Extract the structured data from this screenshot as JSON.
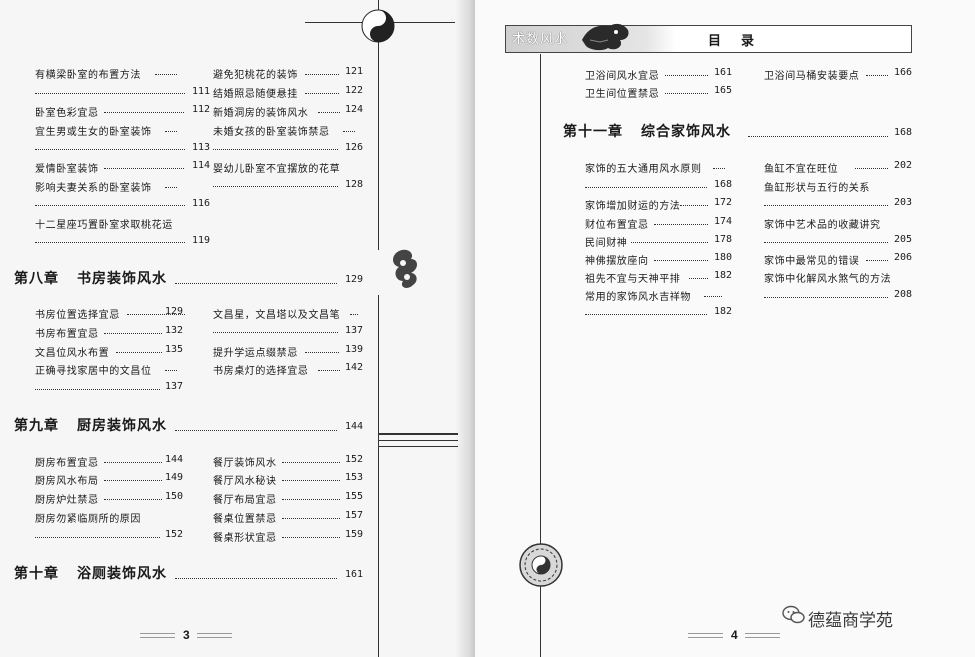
{
  "left_page": {
    "page_number": "3",
    "sections": [
      {
        "chapter": null,
        "col1": [
          {
            "title": "有横梁卧室的布置方法",
            "page": "111"
          },
          {
            "title": "卧室色彩宜忌",
            "page": "112"
          },
          {
            "title": "宜生男或生女的卧室装饰",
            "page": "113"
          },
          {
            "title": "爱情卧室装饰",
            "page": "114"
          },
          {
            "title": "影响夫妻关系的卧室装饰",
            "page": "116"
          },
          {
            "title": "十二星座巧置卧室求取桃花运",
            "page": "119"
          }
        ],
        "col2": [
          {
            "title": "避免犯桃花的装饰",
            "page": "121"
          },
          {
            "title": "结婚照忌随便悬挂",
            "page": "122"
          },
          {
            "title": "新婚洞房的装饰风水",
            "page": "124"
          },
          {
            "title": "未婚女孩的卧室装饰禁忌",
            "page": "126"
          },
          {
            "title": "婴幼儿卧室不宜摆放的花草",
            "page": "128"
          }
        ]
      },
      {
        "chapter": {
          "number": "第八章",
          "title": "书房装饰风水",
          "page": "129"
        },
        "col1": [
          {
            "title": "书房位置选择宜忌",
            "page": "129"
          },
          {
            "title": "书房布置宜忌",
            "page": "132"
          },
          {
            "title": "文昌位风水布置",
            "page": "135"
          },
          {
            "title": "正确寻找家居中的文昌位",
            "page": "137"
          }
        ],
        "col2": [
          {
            "title": "文昌星，文昌塔以及文昌笔",
            "page": "137"
          },
          {
            "title": "提升学运点缀禁忌",
            "page": "139"
          },
          {
            "title": "书房桌灯的选择宜忌",
            "page": "142"
          }
        ]
      },
      {
        "chapter": {
          "number": "第九章",
          "title": "厨房装饰风水",
          "page": "144"
        },
        "col1": [
          {
            "title": "厨房布置宜忌",
            "page": "144"
          },
          {
            "title": "厨房风水布局",
            "page": "149"
          },
          {
            "title": "厨房炉灶禁忌",
            "page": "150"
          },
          {
            "title": "厨房勿紧临厕所的原因",
            "page": "152"
          }
        ],
        "col2": [
          {
            "title": "餐厅装饰风水",
            "page": "152"
          },
          {
            "title": "餐厅风水秘诀",
            "page": "153"
          },
          {
            "title": "餐厅布局宜忌",
            "page": "155"
          },
          {
            "title": "餐桌位置禁忌",
            "page": "157"
          },
          {
            "title": "餐桌形状宜忌",
            "page": "159"
          }
        ]
      },
      {
        "chapter": {
          "number": "第十章",
          "title": "浴厕装饰风水",
          "page": "161"
        },
        "col1": [],
        "col2": []
      }
    ]
  },
  "right_page": {
    "page_number": "4",
    "header": {
      "brand": "术数风水",
      "title": "目录"
    },
    "top": {
      "col1": [
        {
          "title": "卫浴间风水宜忌",
          "page": "161"
        },
        {
          "title": "卫生间位置禁忌",
          "page": "165"
        }
      ],
      "col2": [
        {
          "title": "卫浴间马桶安装要点",
          "page": "166"
        }
      ]
    },
    "chapter11": {
      "chapter": {
        "number": "第十一章",
        "title": "综合家饰风水",
        "page": "168"
      },
      "col1": [
        {
          "title": "家饰的五大通用风水原则",
          "page": "168"
        },
        {
          "title": "家饰增加财运的方法",
          "page": "172"
        },
        {
          "title": "财位布置宜忌",
          "page": "174"
        },
        {
          "title": "民间财神",
          "page": "178"
        },
        {
          "title": "神佛摆放座向",
          "page": "180"
        },
        {
          "title": "祖先不宜与天神平排",
          "page": "182"
        },
        {
          "title": "常用的家饰风水吉祥物",
          "page": "182"
        }
      ],
      "col2": [
        {
          "title": "鱼缸不宜在旺位",
          "page": "202"
        },
        {
          "title": "鱼缸形状与五行的关系",
          "page": "203"
        },
        {
          "title": "家饰中艺术品的收藏讲究",
          "page": "205"
        },
        {
          "title": "家饰中最常见的错误",
          "page": "206"
        },
        {
          "title": "家饰中化解风水煞气的方法",
          "page": "208"
        }
      ]
    },
    "watermark": "德蕴商学苑"
  }
}
